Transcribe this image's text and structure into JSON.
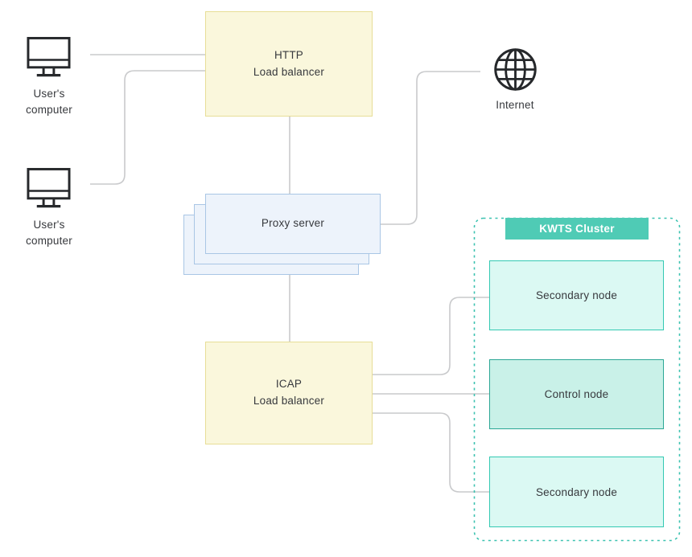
{
  "diagram": {
    "users": [
      {
        "label": "User's\ncomputer"
      },
      {
        "label": "User's\ncomputer"
      }
    ],
    "http_load_balancer": {
      "label": "HTTP\nLoad balancer"
    },
    "internet": {
      "label": "Internet"
    },
    "proxy_server": {
      "label": "Proxy server"
    },
    "icap_load_balancer": {
      "label": "ICAP\nLoad balancer"
    },
    "kwts_cluster": {
      "title": "KWTS Cluster",
      "nodes": [
        {
          "label": "Secondary node",
          "type": "secondary"
        },
        {
          "label": "Control node",
          "type": "control"
        },
        {
          "label": "Secondary node",
          "type": "secondary"
        }
      ]
    },
    "colors": {
      "load_balancer_fill": "#FAF7DC",
      "load_balancer_border": "#E7DE97",
      "proxy_fill": "#EDF3FB",
      "proxy_border": "#A9C6E5",
      "cluster_header_fill": "#4FCBB5",
      "cluster_header_text": "#FFFFFF",
      "secondary_node_fill": "#DBF9F3",
      "secondary_node_border": "#33C9B2",
      "control_node_fill": "#C9F1E8",
      "control_node_border": "#2BA795",
      "cluster_dashed_border": "#3CC2B0",
      "connector_line": "#C9CACC",
      "icon_stroke": "#26282B",
      "text": "#37393D"
    }
  }
}
